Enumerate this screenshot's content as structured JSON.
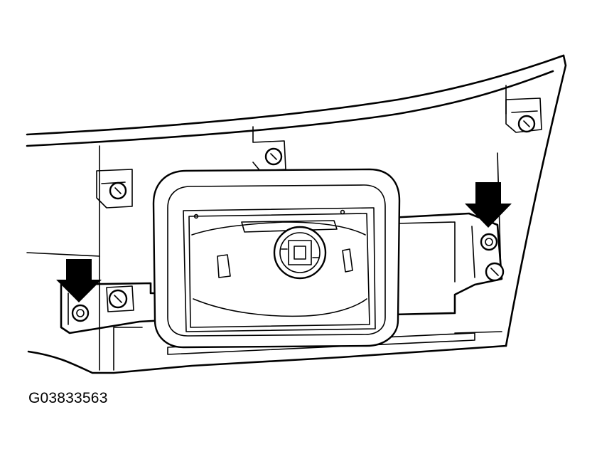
{
  "figure": {
    "id_label": "G03833563",
    "callouts": [
      {
        "name": "left-arrow",
        "points_to": "left-mounting-bolt"
      },
      {
        "name": "right-arrow",
        "points_to": "right-mounting-bolt"
      }
    ]
  }
}
